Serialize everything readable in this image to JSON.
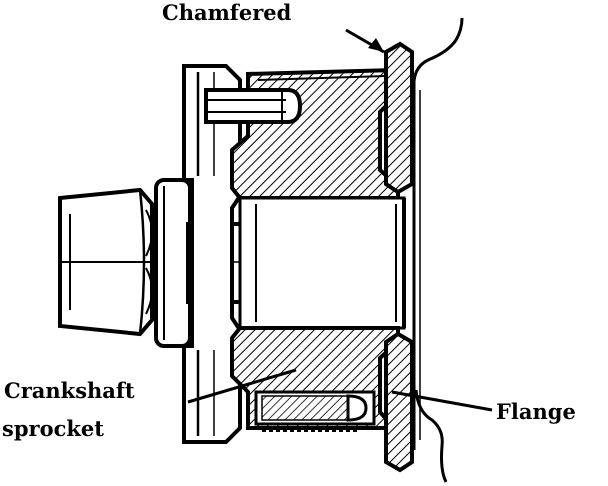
{
  "labels": {
    "chamfered": "Chamfered",
    "crankshaft_line1": "Crankshaft",
    "crankshaft_line2": "sprocket",
    "flange": "Flange"
  },
  "colors": {
    "ink": "#000000",
    "paper": "#ffffff"
  }
}
